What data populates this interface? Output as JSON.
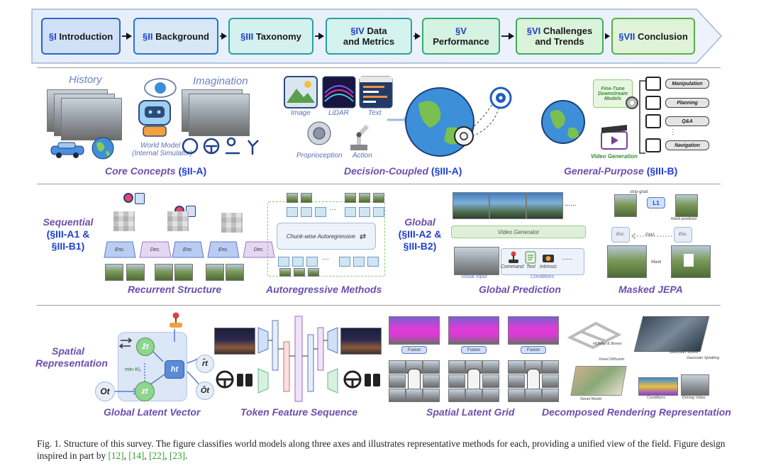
{
  "flow": {
    "steps": [
      {
        "sec": "§I",
        "text": "Introduction",
        "border": "#2e63c9",
        "fill": "#cfe0f7"
      },
      {
        "sec": "§II",
        "text": "Background",
        "border": "#2b73c8",
        "fill": "#d7e7f6"
      },
      {
        "sec": "§III",
        "text": "Taxonomy",
        "border": "#27a39c",
        "fill": "#d4f0ef"
      },
      {
        "sec": "§IV",
        "text": "Data and Metrics",
        "line1": "Data",
        "line2": "and Metrics",
        "border": "#27a39c",
        "fill": "#d4f2ee"
      },
      {
        "sec": "§V",
        "text": "Performance",
        "border": "#2fae6e",
        "fill": "#d6f2e1"
      },
      {
        "sec": "§VI",
        "text": "Challenges and Trends",
        "line1": "Challenges",
        "line2": "and Trends",
        "border": "#3fae5c",
        "fill": "#dbf2db"
      },
      {
        "sec": "§VII",
        "text": "Conclusion",
        "border": "#56b04a",
        "fill": "#e0f3d8"
      }
    ]
  },
  "row1": {
    "core": {
      "history": "History",
      "imagination": "Imagination",
      "world_model_1": "World Model",
      "world_model_2": "(Internal Simulator)",
      "caption": "Core Concepts",
      "ref": "(§II-A)"
    },
    "decision": {
      "image": "Image",
      "lidar": "LiDAR",
      "text": "Text",
      "proprioception": "Proprioception",
      "action": "Action",
      "caption": "Decision-Coupled",
      "ref": "(§III-A)"
    },
    "general": {
      "finetune_1": "Fine-Tune",
      "finetune_2": "Downstream",
      "finetune_3": "Models",
      "video_generation": "Video Generation",
      "tasks": [
        "Manipulation",
        "Planning",
        "Q&A",
        "Navigation"
      ],
      "dots": "⋮",
      "caption": "General-Purpose",
      "ref": "(§III-B)"
    }
  },
  "row2": {
    "sequential": {
      "title1": "Sequential",
      "ref1": "(§III-A1 &",
      "ref2": "§III-B1)"
    },
    "recurrent": {
      "enc": "Enc.",
      "dec": "Dec.",
      "caption": "Recurrent Structure"
    },
    "autoregressive": {
      "label": "Chunk-wise Autoregressive",
      "dots": "···",
      "caption": "Autoregressive Methods"
    },
    "global": {
      "title1": "Global",
      "ref1": "(§III-A2 &",
      "ref2": "§III-B2)"
    },
    "global_pred": {
      "video_generator": "Video Generator",
      "visual_input": "Visual Input",
      "command": "Command",
      "text": "Text",
      "intrinsic": "Intrinsic",
      "conditions": "Conditions",
      "dots": "......",
      "caption": "Global Prediction"
    },
    "jepa": {
      "l1": "L1",
      "stop_grad": "stop-grad",
      "enc": "Enc.",
      "ema": "EMA",
      "mask_predictor": "Mask-predictor",
      "mask": "Mask",
      "caption": "Masked JEPA"
    }
  },
  "row3": {
    "spatial": {
      "title1": "Spatial",
      "title2": "Representation"
    },
    "latent": {
      "z_hat": "ẑt",
      "h": "ht",
      "z": "zt",
      "o": "Ot",
      "r_hat": "r̂t",
      "o_hat": "Ôt",
      "min_kl": "min KL",
      "caption": "Global Latent Vector"
    },
    "token": {
      "caption": "Token Feature Sequence"
    },
    "grid": {
      "fusion": "Fusion",
      "caption": "Spatial Latent Grid"
    },
    "render": {
      "hdmap": "HDMap & Boxes",
      "gaussian_scene": "Gaussian Scene",
      "gaussian_splatting": "Gaussian Splatting",
      "novel_world": "Novel World",
      "conditions": "Conditions",
      "driving_video": "Driving Video",
      "voxel_diffusion": "Voxel Diffusion",
      "caption": "Decomposed Rendering Representation"
    }
  },
  "caption": {
    "prefix": "Fig. 1.",
    "body": "Structure of this survey. The figure classifies world models along three axes and illustrates representative methods for each, providing a unified view of the field. Figure design inspired in part by",
    "cites": [
      "[12]",
      "[14]",
      "[22]",
      "[23]"
    ]
  }
}
